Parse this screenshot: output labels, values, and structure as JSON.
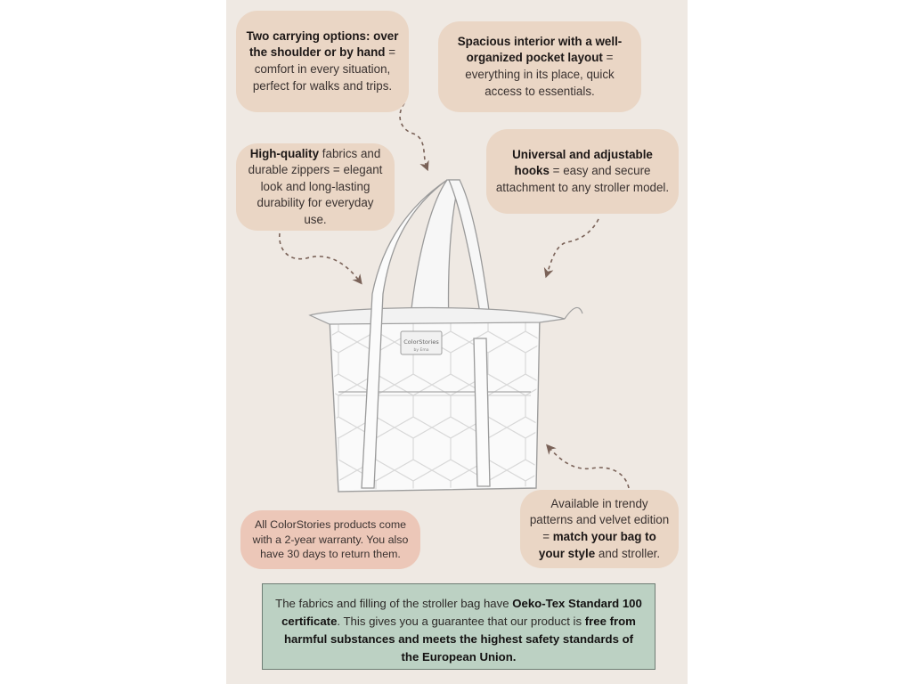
{
  "callouts": {
    "carrying": {
      "bold": "Two carrying options: over the shoulder or by hand",
      "text": " = comfort in every situation, perfect for walks and trips."
    },
    "interior": {
      "bold": "Spacious interior with a well-organized pocket layout",
      "text": " = everything in its place, quick access to essentials."
    },
    "fabrics": {
      "bold": "High-quality",
      "text": " fabrics and durable zippers = elegant look and long-lasting durability for everyday use."
    },
    "hooks": {
      "bold": "Universal and adjustable hooks",
      "text": " = easy and secure attachment to any stroller model."
    },
    "warranty": {
      "text": "All ColorStories products come with a 2-year warranty. You also have 30 days to return them."
    },
    "patterns": {
      "text1": "Available in trendy patterns and velvet edition = ",
      "bold": "match your bag to your style",
      "text2": " and stroller."
    }
  },
  "certificate": {
    "t1": "The fabrics and filling of the stroller bag have ",
    "b1": "Oeko-Tex Standard 100 certificate",
    "t2": ". This gives you a guarantee that our product is ",
    "b2": "free from harmful substances and meets the highest safety standards of the European Union."
  },
  "bag": {
    "label_brand": "ColorStories",
    "label_sub": "by Ema"
  },
  "colors": {
    "page_bg": "#efe9e3",
    "callout": "#ead6c5",
    "warranty": "#ecc7b8",
    "certificate": "#bcd1c3",
    "arrow": "#7a6258"
  }
}
